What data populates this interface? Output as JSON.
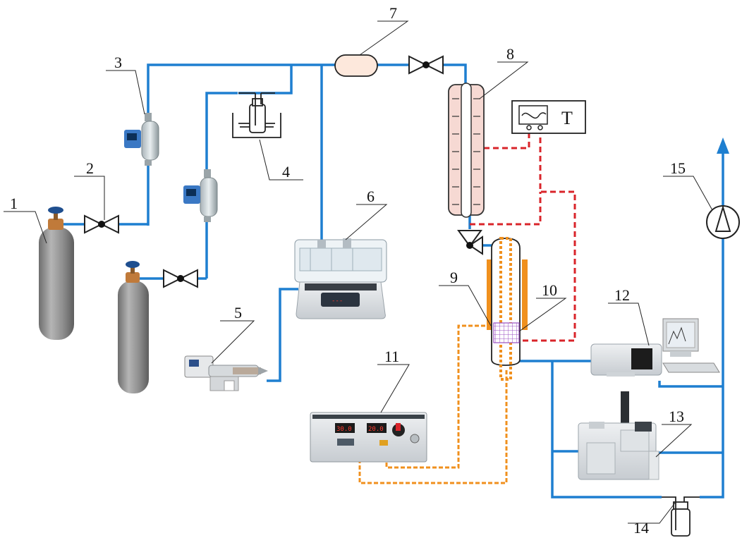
{
  "labels": {
    "n1": "1",
    "n2": "2",
    "n3": "3",
    "n4": "4",
    "n5": "5",
    "n6": "6",
    "n7": "7",
    "n8": "8",
    "n9": "9",
    "n10": "10",
    "n11": "11",
    "n12": "12",
    "n13": "13",
    "n14": "14",
    "n15": "15"
  },
  "thermometer_label": "T",
  "power_supply_display": {
    "left": "30.0",
    "right": "20.0"
  },
  "colors": {
    "gas_line": "#1e7fd0",
    "thermocouple_wire": "#d9242a",
    "power_wire": "#f0901e",
    "cylinder": "#8e8e8e",
    "valve_knob": "#1f4f8f",
    "reactor_fill": "#f6d9d3",
    "electrode_mesh": "#9a4fc2"
  }
}
